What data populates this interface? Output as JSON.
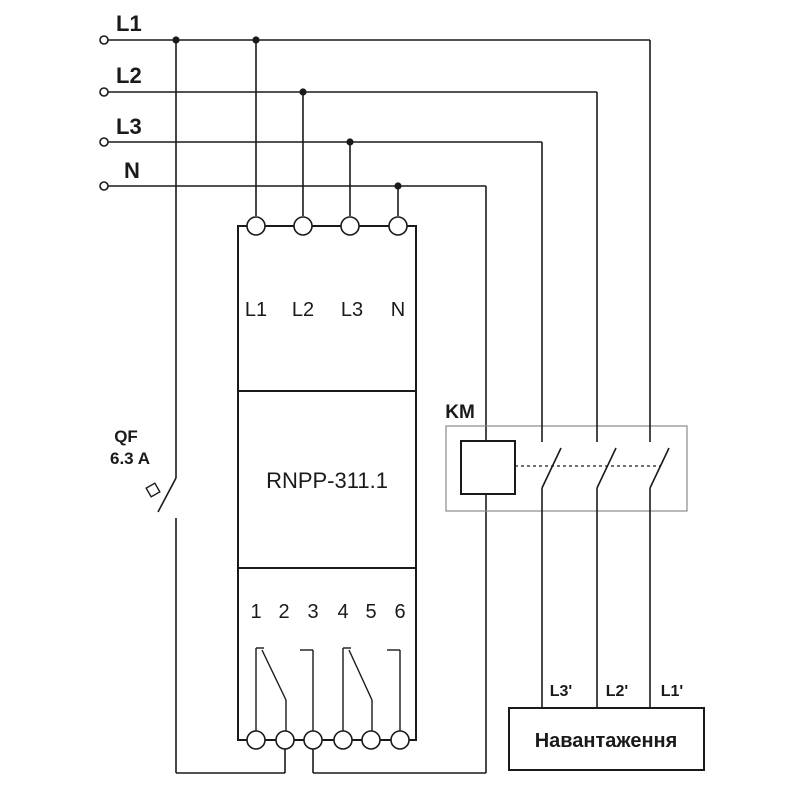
{
  "supply": {
    "l1": "L1",
    "l2": "L2",
    "l3": "L3",
    "n": "N"
  },
  "breaker": {
    "name": "QF",
    "rating": "6.3 A"
  },
  "relay": {
    "model": "RNPP-311.1",
    "input_terminals": [
      "L1",
      "L2",
      "L3",
      "N"
    ],
    "output_terminals": [
      "1",
      "2",
      "3",
      "4",
      "5",
      "6"
    ]
  },
  "contactor": {
    "name": "KM"
  },
  "load": {
    "label": "Навантаження",
    "phases": [
      "L3'",
      "L2'",
      "L1'"
    ]
  }
}
